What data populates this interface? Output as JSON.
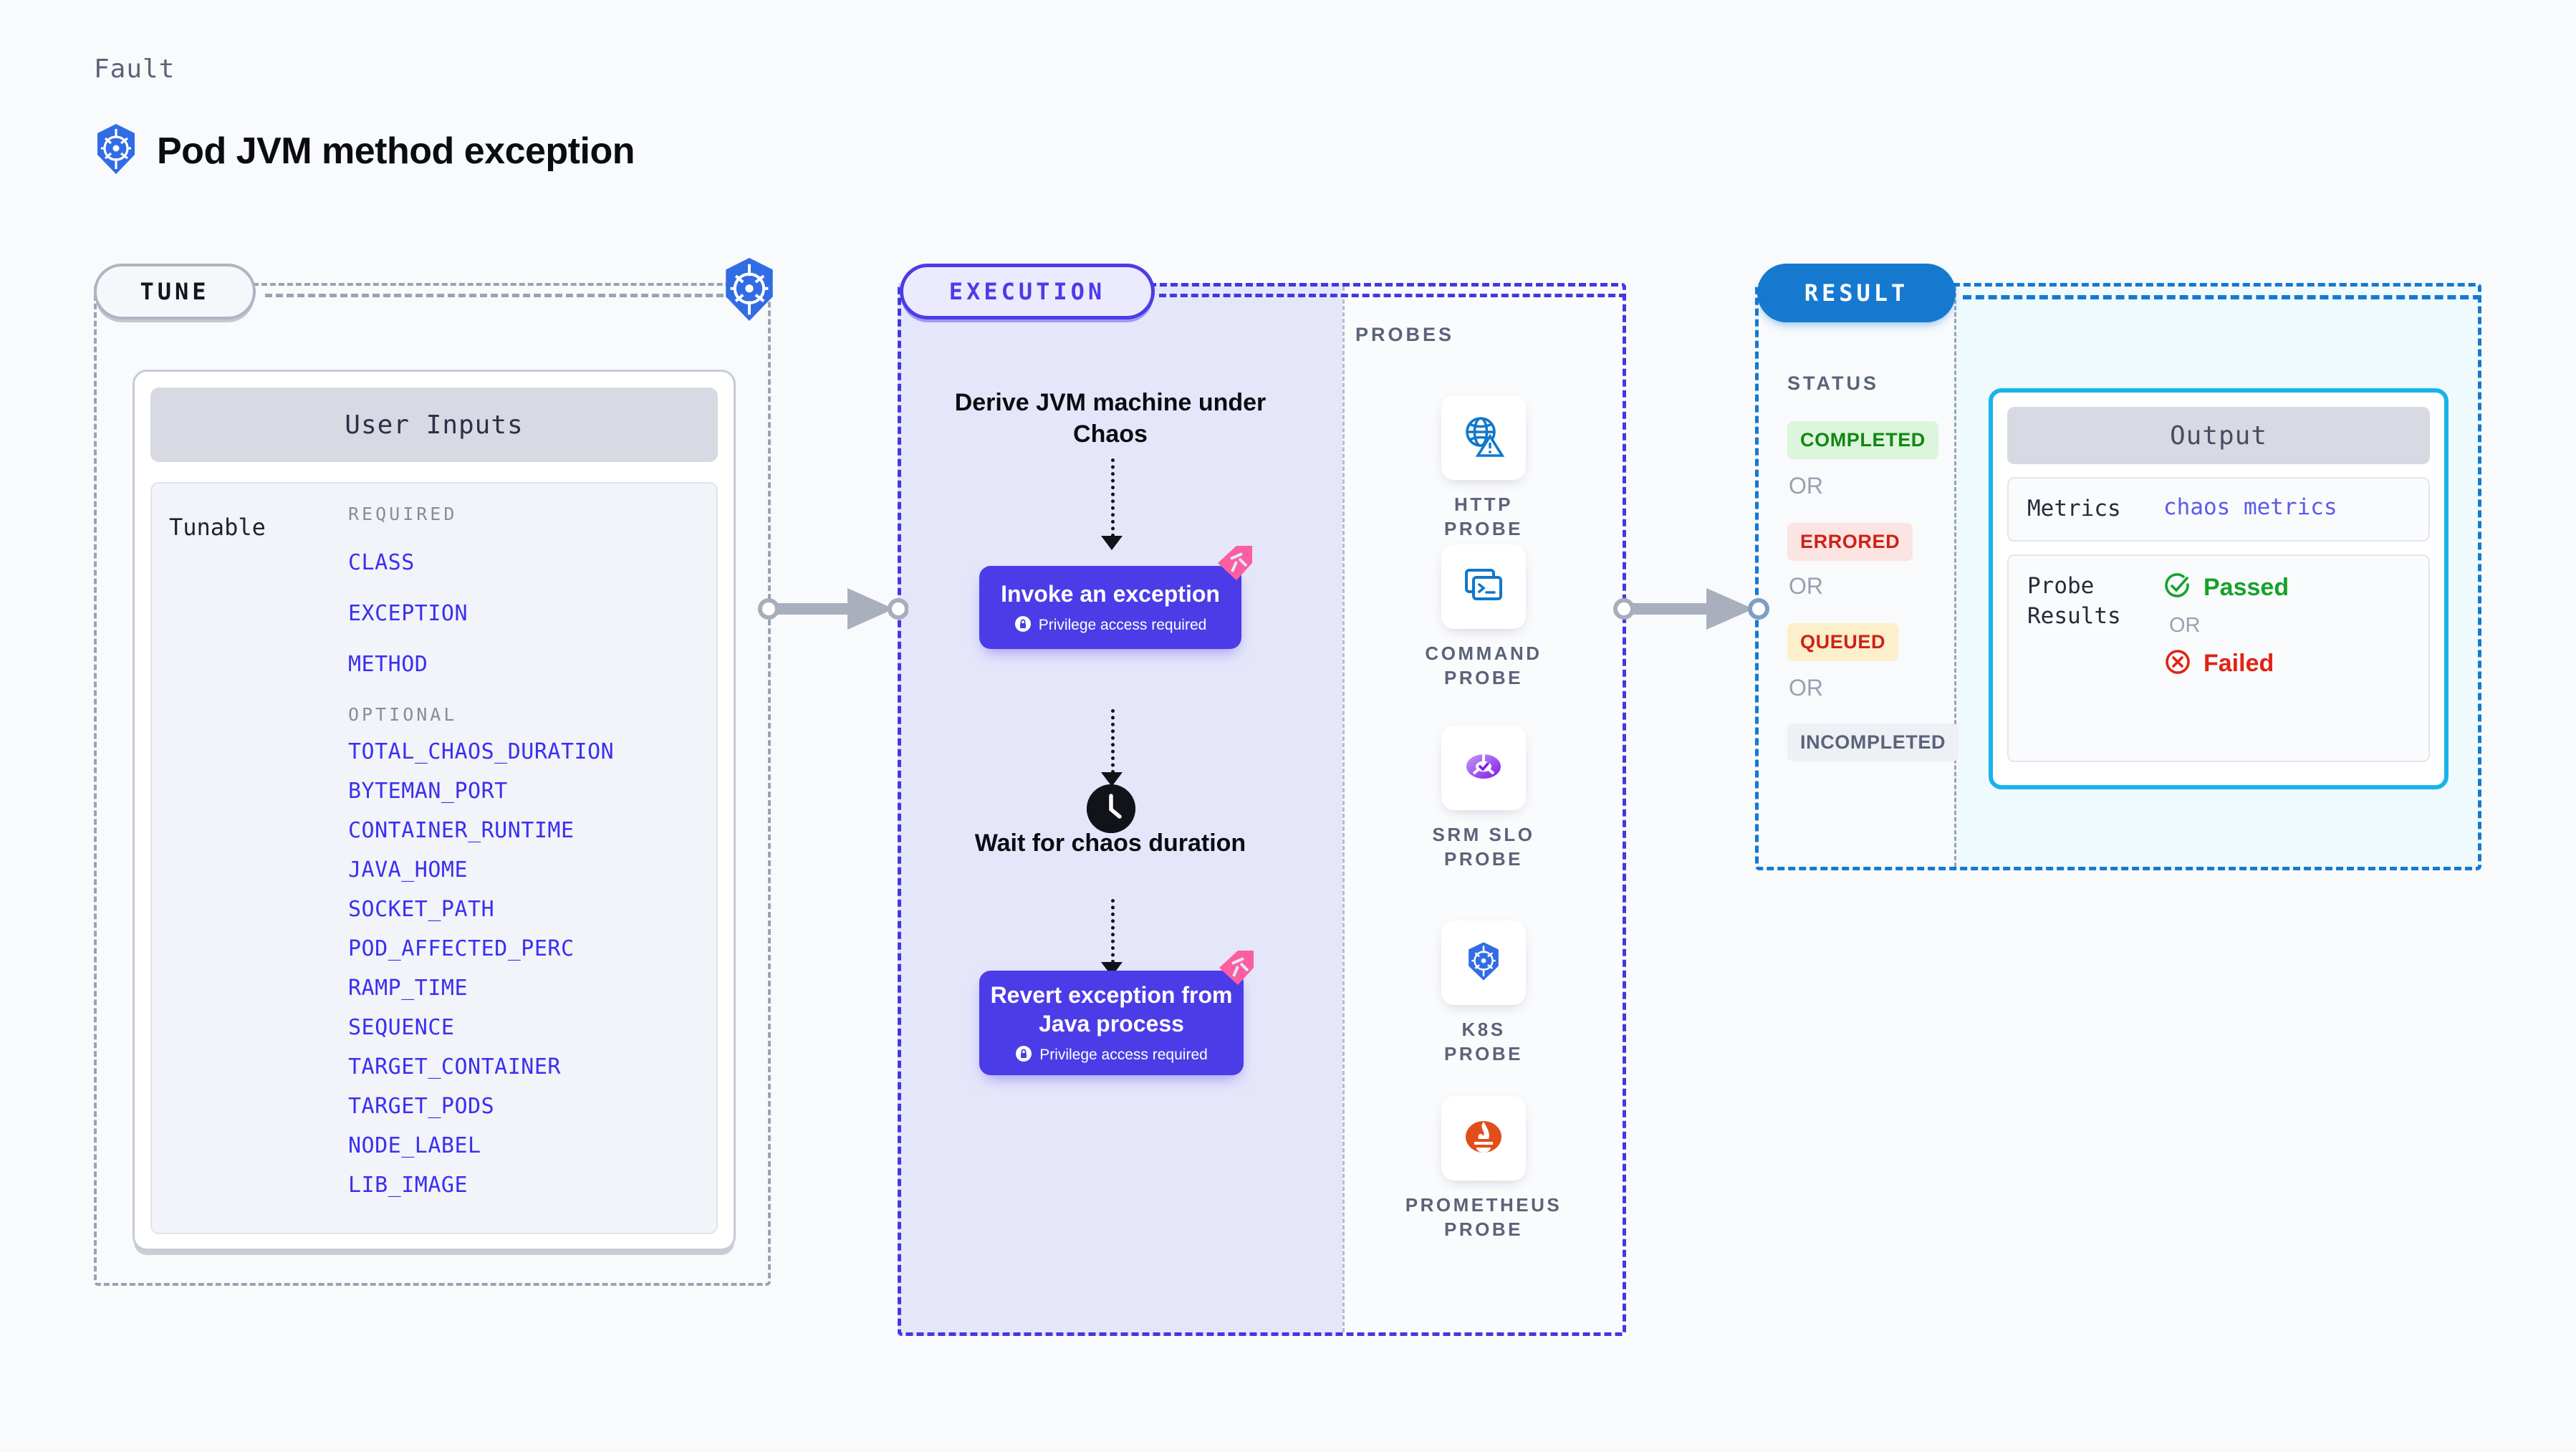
{
  "header": {
    "kicker": "Fault",
    "title": "Pod JVM method exception",
    "icon": "kubernetes-icon"
  },
  "colors": {
    "accent_purple": "#4b3ce8",
    "accent_blue": "#1579d0",
    "accent_cyan": "#19b3eb",
    "param_blue": "#3b2ff0",
    "pink_badge": "#fb5f9d",
    "status_completed": "#128712",
    "status_errored": "#cc2318",
    "status_queued": "#cc2318",
    "status_incompleted": "#5b6379"
  },
  "stages": {
    "tune": {
      "pill_label": "TUNE"
    },
    "execution": {
      "pill_label": "EXECUTION"
    },
    "result": {
      "pill_label": "RESULT"
    }
  },
  "tune": {
    "card_header": "User Inputs",
    "tunable_label": "Tunable",
    "required_header": "REQUIRED",
    "required": [
      "CLASS",
      "EXCEPTION",
      "METHOD"
    ],
    "optional_header": "OPTIONAL",
    "optional": [
      "TOTAL_CHAOS_DURATION",
      "BYTEMAN_PORT",
      "CONTAINER_RUNTIME",
      "JAVA_HOME",
      "SOCKET_PATH",
      "POD_AFFECTED_PERC",
      "RAMP_TIME",
      "SEQUENCE",
      "TARGET_CONTAINER",
      "TARGET_PODS",
      "NODE_LABEL",
      "LIB_IMAGE"
    ]
  },
  "execution": {
    "step_derive": "Derive JVM machine under Chaos",
    "box_invoke": {
      "title": "Invoke an exception",
      "note": "Privilege access required",
      "note_icon": "lock-icon",
      "corner_icon": "litmus-badge-icon"
    },
    "step_wait": "Wait for chaos duration",
    "step_wait_icon": "clock-icon",
    "box_revert": {
      "title": "Revert exception from Java process",
      "note": "Privilege access required",
      "note_icon": "lock-icon",
      "corner_icon": "litmus-badge-icon"
    }
  },
  "probes": {
    "header": "PROBES",
    "items": [
      {
        "label": "HTTP PROBE",
        "icon": "globe-warning-icon"
      },
      {
        "label": "COMMAND PROBE",
        "icon": "terminal-icon"
      },
      {
        "label": "SRM SLO PROBE",
        "icon": "srm-slo-icon"
      },
      {
        "label": "K8S PROBE",
        "icon": "kubernetes-icon"
      },
      {
        "label": "PROMETHEUS PROBE",
        "icon": "prometheus-icon"
      }
    ]
  },
  "result": {
    "status_header": "STATUS",
    "or_label": "OR",
    "statuses": [
      "COMPLETED",
      "ERRORED",
      "QUEUED",
      "INCOMPLETED"
    ],
    "output": {
      "header": "Output",
      "metrics_key": "Metrics",
      "metrics_value": "chaos metrics",
      "probe_results_key": "Probe Results",
      "passed_label": "Passed",
      "passed_icon": "check-circle-icon",
      "or_label": "OR",
      "failed_label": "Failed",
      "failed_icon": "x-circle-icon"
    }
  }
}
